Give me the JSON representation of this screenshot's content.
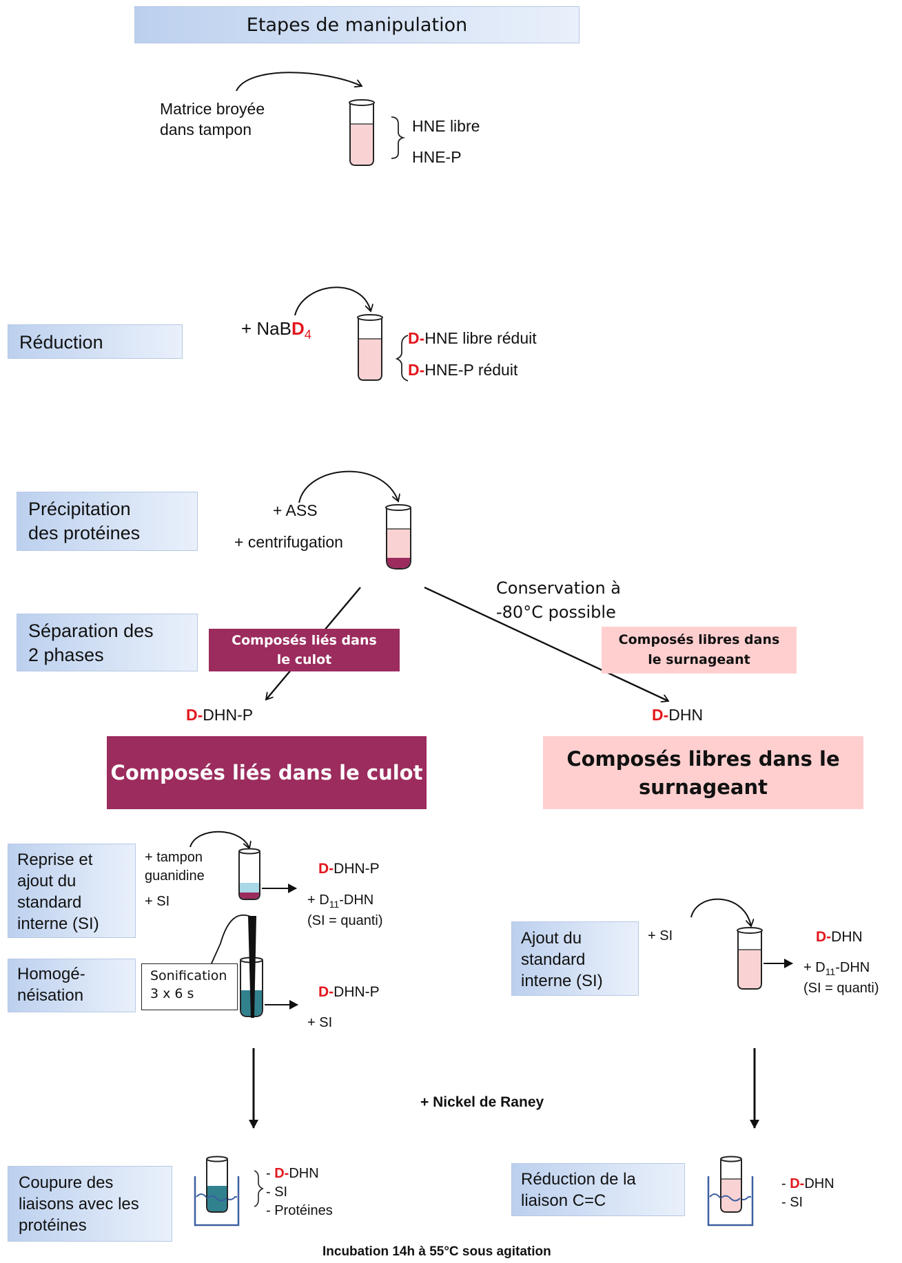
{
  "title": "Etapes de manipulation",
  "steps": {
    "start": {
      "label_line1": "Matrice broyée",
      "label_line2": "dans tampon",
      "out1": "HNE libre",
      "out2": "HNE-P"
    },
    "reduction": {
      "label": "Réduction",
      "reagent_prefix": "+ NaB",
      "reagent_d": "D",
      "reagent_sub": "4",
      "out1_d": "D-",
      "out1": "HNE libre réduit",
      "out2_d": "D-",
      "out2": "HNE-P réduit"
    },
    "precipitation": {
      "label_line1": "Précipitation",
      "label_line2": "des protéines",
      "reagent1": "+ ASS",
      "reagent2": "+ centrifugation"
    },
    "separation": {
      "label_line1": "Séparation des",
      "label_line2": "2 phases",
      "conservation_line1": "Conservation à",
      "conservation_line2": "-80°C possible",
      "bound_tag_line1": "Composés liés dans",
      "bound_tag_line2": "le culot",
      "free_tag_line1": "Composés libres dans",
      "free_tag_line2": "le surnageant",
      "bound_product_d": "D-",
      "bound_product": "DHN-P",
      "free_product_d": "D-",
      "free_product": "DHN"
    }
  },
  "banners": {
    "bound": "Composés liés dans le culot",
    "free_line1": "Composés libres dans le",
    "free_line2": "surnageant"
  },
  "left": {
    "reprise": {
      "l1": "Reprise et",
      "l2": "ajout du",
      "l3": "standard",
      "l4": "interne (SI)",
      "reagent1": "+ tampon",
      "reagent2": "guanidine",
      "reagent3": "+ SI",
      "out_d": "D-",
      "out": "DHN-P",
      "std_prefix": "+ D",
      "std_sub": "11",
      "std_suffix": "-DHN",
      "std_note": "(SI = quanti)"
    },
    "homog": {
      "l1": "Homogé-",
      "l2": "néisation",
      "soni1": "Sonification",
      "soni2": "3 x 6 s",
      "out_d": "D-",
      "out": "DHN-P",
      "out2": "+ SI"
    },
    "coupure": {
      "l1": "Coupure des",
      "l2": "liaisons avec les",
      "l3": "protéines",
      "o1_prefix": "- ",
      "o1_d": "D-",
      "o1": "DHN",
      "o2": "- SI",
      "o3": "- Protéines"
    }
  },
  "right": {
    "ajout": {
      "l1": "Ajout du",
      "l2": "standard",
      "l3": "interne (SI)",
      "reagent": "+ SI",
      "out_d": "D-",
      "out": "DHN",
      "std_prefix": "+ D",
      "std_sub": "11",
      "std_suffix": "-DHN",
      "std_note": "(SI = quanti)"
    },
    "reduction_cc": {
      "l1": "Réduction de la",
      "l2": "liaison C=C",
      "o1_prefix": "- ",
      "o1_d": "D-",
      "o1": "DHN",
      "o2": "- SI"
    }
  },
  "nickel": "+ Nickel de Raney",
  "incubation": "Incubation 14h à 55°C sous agitation",
  "colors": {
    "red": "#e3161d",
    "purple": "#9b2c5d",
    "pink": "#ffcfcf",
    "tube_fill": "#f9d3d3",
    "pellet": "#9b2c5d",
    "teal": "#31818f",
    "light_blue": "#a9d8e6",
    "bath": "#3b5fa0"
  }
}
